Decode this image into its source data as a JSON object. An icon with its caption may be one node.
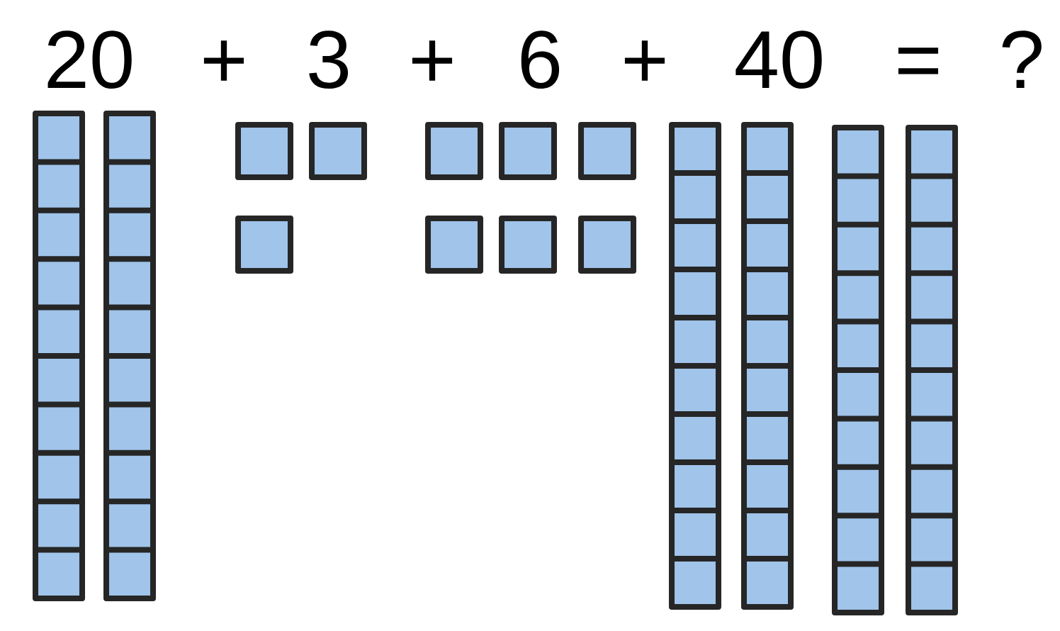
{
  "diagram": {
    "labels": [
      "20",
      "+",
      "3",
      "+",
      "6",
      "+",
      "40",
      "=",
      "?"
    ]
  }
}
